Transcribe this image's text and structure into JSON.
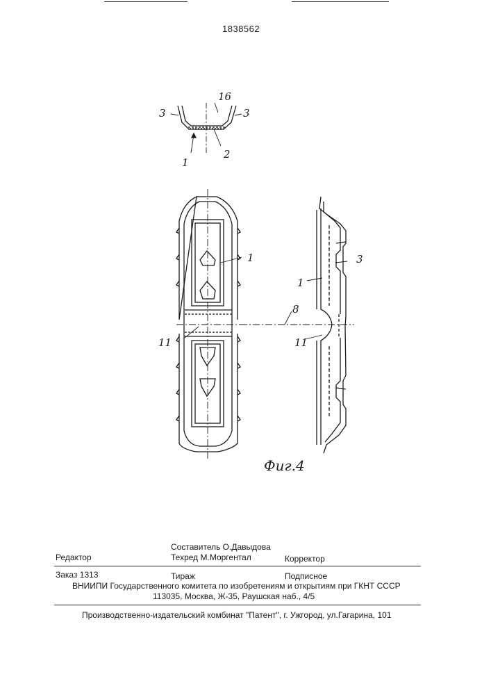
{
  "header": {
    "patent_number": "1838562"
  },
  "figure": {
    "caption": "Фиг.4",
    "section_refs": {
      "left": "3",
      "right": "3",
      "top": "16",
      "bottom_left": "1",
      "bottom": "2"
    },
    "front_refs": {
      "part_1": "1",
      "part_11": "11"
    },
    "side_refs": {
      "part_3": "3",
      "part_1": "1",
      "axis_8": "8",
      "part_11": "11"
    }
  },
  "imprint": {
    "compiler": "Составитель  О.Давыдова",
    "editor_label": "Редактор",
    "techred": "Техред М.Моргентал",
    "corrector": "Корректор",
    "order": "Заказ  1313",
    "circulation": "Тираж",
    "subscription": "Подписное",
    "institute": "ВНИИПИ Государственного комитета по изобретениям и открытиям при ГКНТ СССР",
    "address": "113035, Москва, Ж-35, Раушская наб., 4/5",
    "printer": "Производственно-издательский комбинат \"Патент\", г. Ужгород, ул.Гагарина, 101"
  }
}
